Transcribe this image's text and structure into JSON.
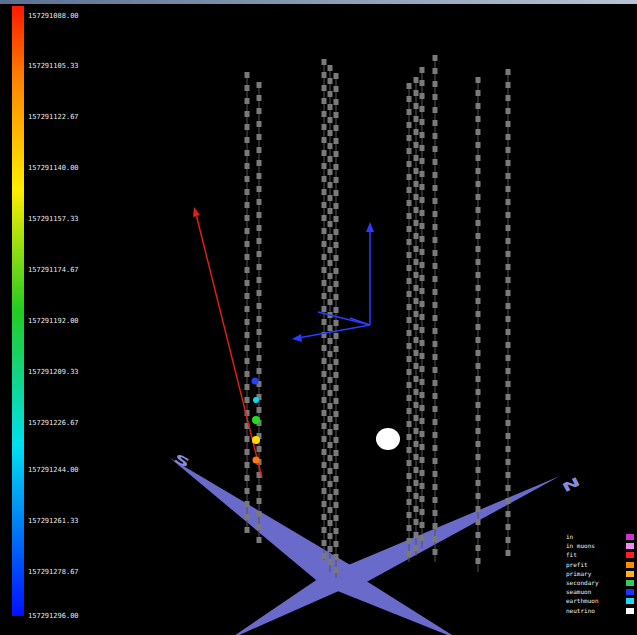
{
  "diagram": {
    "labels": [
      "157291088.00",
      "157291105.33",
      "157291122.67",
      "157291140.00",
      "157291157.33",
      "157291174.67",
      "157291192.00",
      "157291209.33",
      "157291226.67",
      "157291244.00",
      "157291261.33",
      "157291278.67",
      "157291296.00",
      "S",
      "N"
    ],
    "legend": [
      {
        "text": "in",
        "color": "#cc33cc"
      },
      {
        "text": "in muons",
        "color": "#f08af0"
      },
      {
        "text": "fit",
        "color": "#ff2020"
      },
      {
        "text": "prefit",
        "color": "#ff8c00"
      },
      {
        "text": "primary",
        "color": "#ffb020"
      },
      {
        "text": "secondary",
        "color": "#33cc55"
      },
      {
        "text": "seamuon",
        "color": "#2030ff"
      },
      {
        "text": "earthmuon",
        "color": "#20d8f0"
      },
      {
        "text": "neutrino",
        "color": "#ffffff"
      }
    ]
  }
}
